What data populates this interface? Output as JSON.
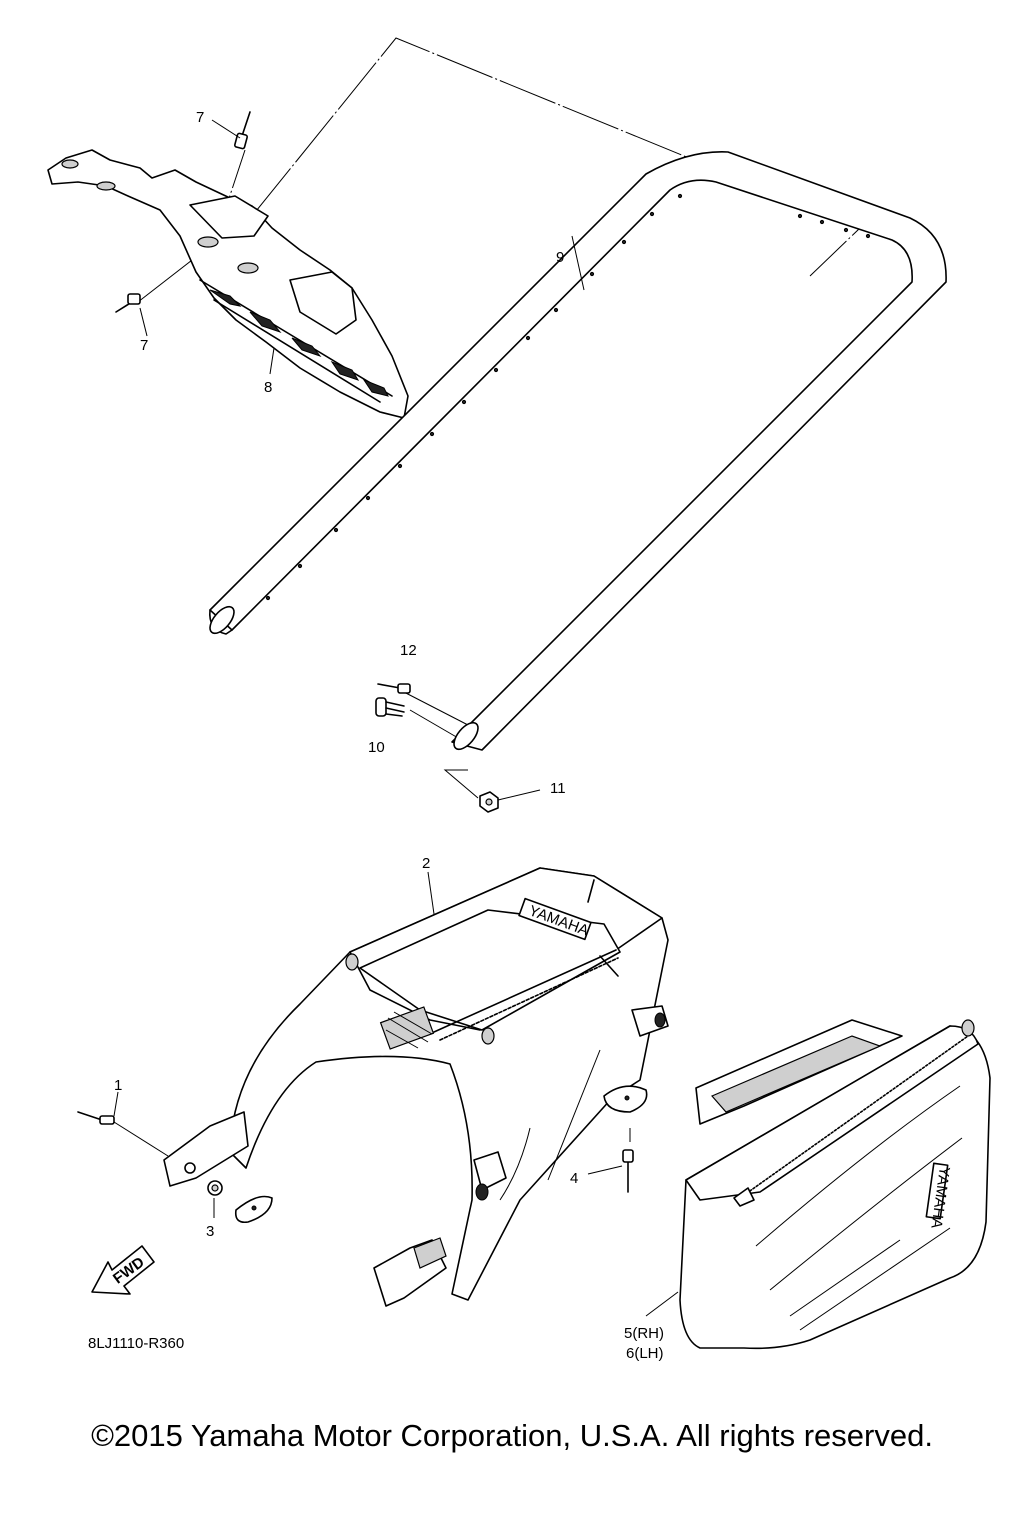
{
  "diagram": {
    "callouts": {
      "c1": "1",
      "c2": "2",
      "c3": "3",
      "c4": "4",
      "c5": "5(RH)",
      "c6": "6(LH)",
      "c7a": "7",
      "c7b": "7",
      "c8": "8",
      "c9": "9",
      "c10": "10",
      "c11": "11",
      "c12": "12"
    },
    "fwd_label": "FWD",
    "drawing_code": "8LJ1110-R360",
    "tank_bag_brand": "YAMAHA",
    "side_bag_brand": "YAMAHA"
  },
  "footer": {
    "copyright": "©2015 Yamaha Motor Corporation, U.S.A. All rights reserved."
  }
}
